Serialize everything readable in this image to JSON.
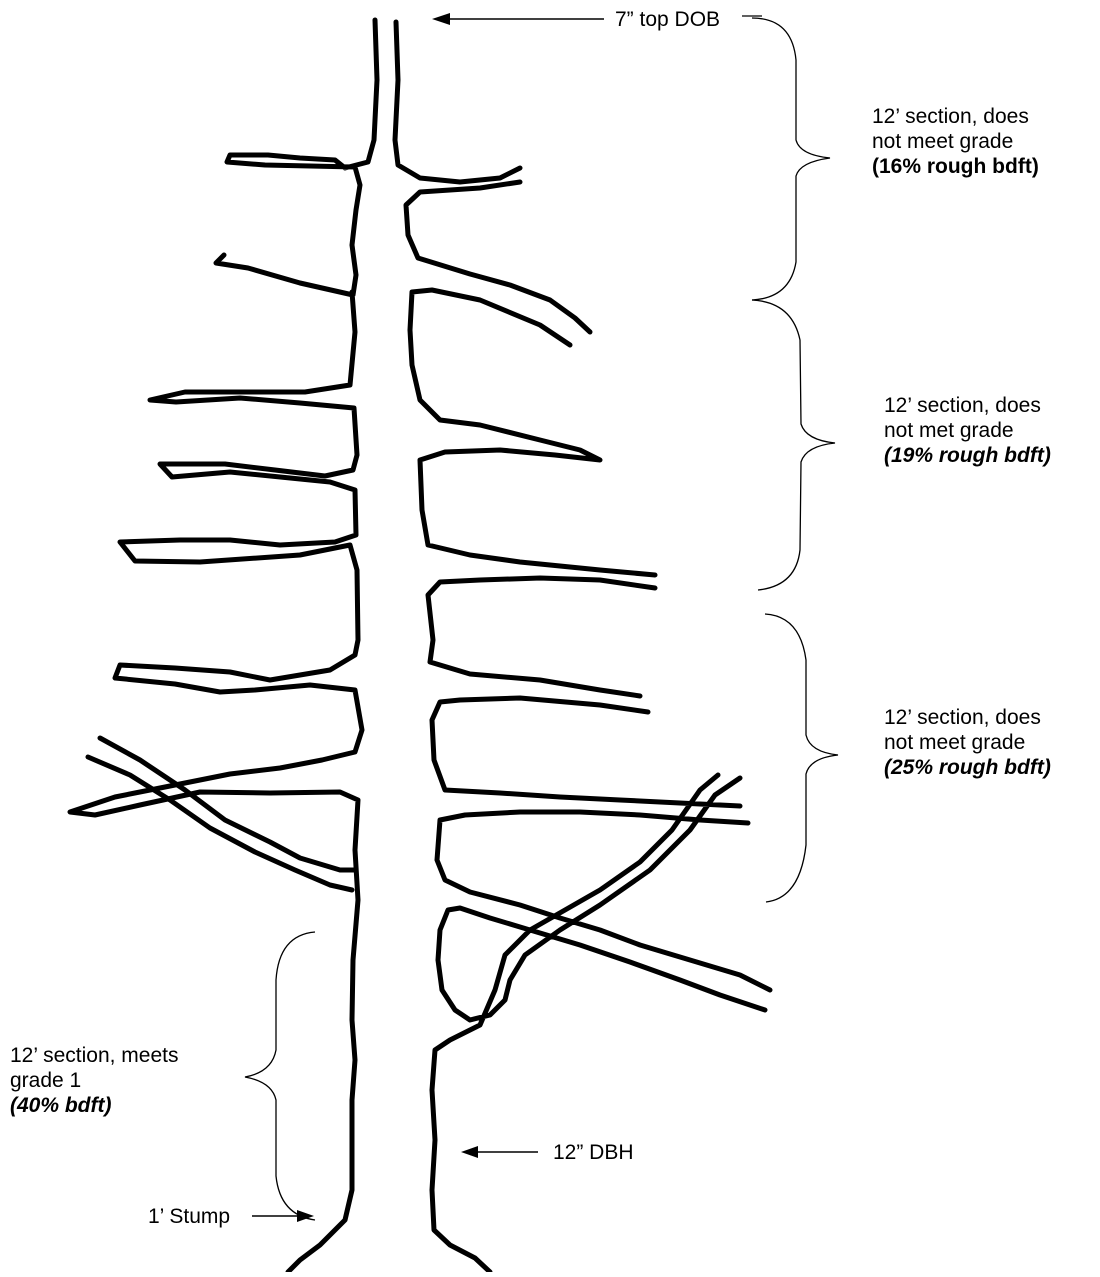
{
  "diagram": {
    "top_label": "7” top DOB",
    "dbh_label": "12” DBH",
    "stump_label": "1’ Stump",
    "sections": [
      {
        "line1": "12’ section, does",
        "line2": "not meet grade",
        "value": "(16% rough bdft)",
        "italic": false
      },
      {
        "line1": "12’ section, does",
        "line2": "not met grade",
        "value": "(19% rough bdft)",
        "italic": true
      },
      {
        "line1": "12’ section, does",
        "line2": "not meet grade",
        "value": "(25% rough bdft)",
        "italic": true
      },
      {
        "line1": "12’ section, meets",
        "line2": "grade 1",
        "value": "(40% bdft)",
        "italic": true
      }
    ]
  }
}
